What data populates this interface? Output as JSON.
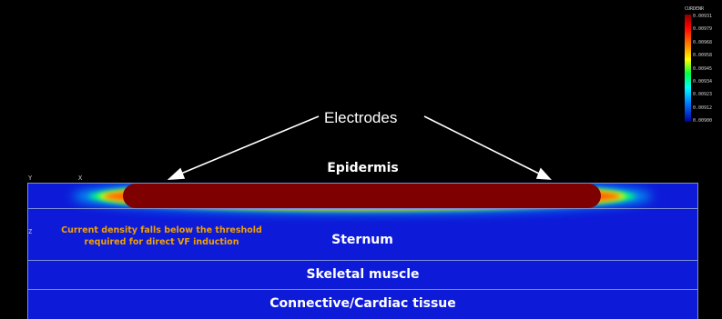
{
  "callout": {
    "text": "Electrodes"
  },
  "layers": [
    {
      "label": "Epidermis"
    },
    {
      "label": "Sternum"
    },
    {
      "label": "Skeletal muscle"
    },
    {
      "label": "Connective/Cardiac tissue"
    }
  ],
  "annotation": {
    "line1": "Current density falls below the threshold",
    "line2": "required for direct VF induction"
  },
  "axes": {
    "y": "Y",
    "x": "X",
    "z": "Z"
  },
  "colorbar": {
    "title": "CURDENR",
    "ticks": [
      "0.00931",
      "0.00979",
      "0.00968",
      "0.00958",
      "0.00945",
      "0.00934",
      "0.00923",
      "0.00912",
      "0.00900"
    ]
  },
  "colors": {
    "field": "#0d1bd8",
    "layer_line": "#7f8fd8",
    "hot": "#7f0000",
    "annotation": "#f0a000"
  }
}
